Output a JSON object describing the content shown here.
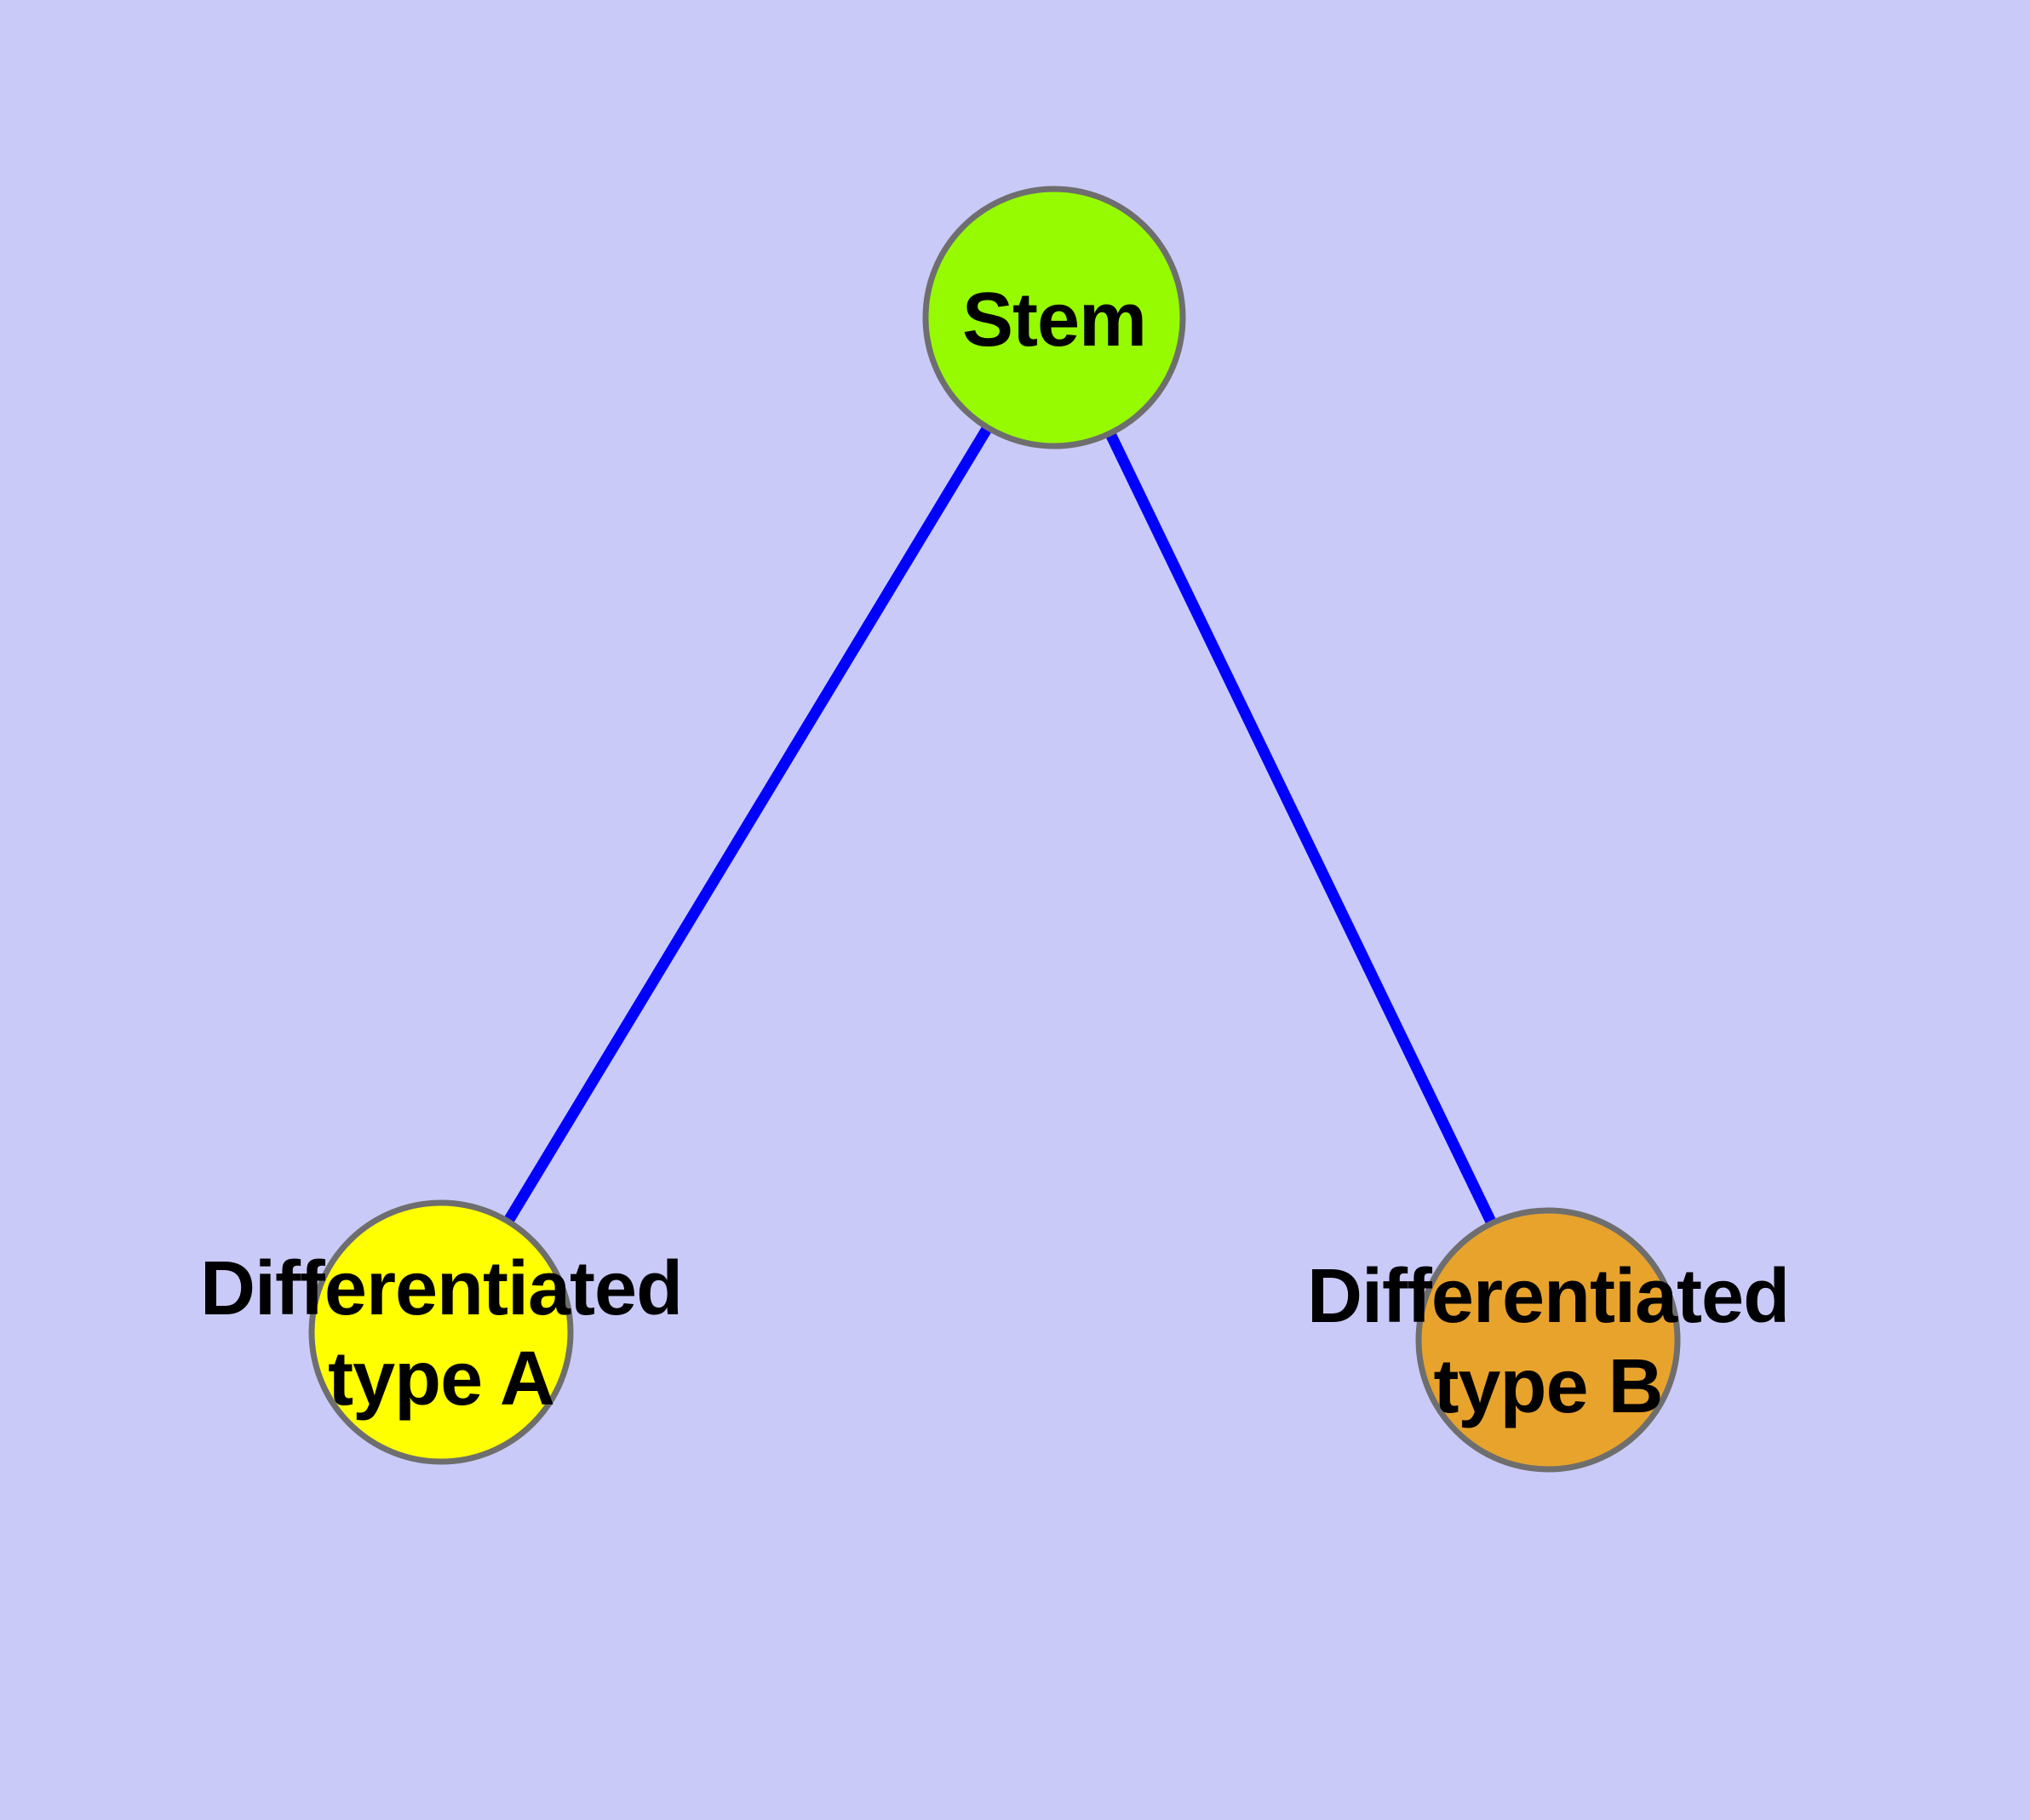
{
  "diagram": {
    "type": "node-link-graph",
    "nodes": {
      "stem": {
        "label": "Stem",
        "fill": "#96FB00",
        "shape": "circle"
      },
      "type_a": {
        "label": "Differentiated\ntype A",
        "fill": "#FFFF00",
        "shape": "circle"
      },
      "type_b": {
        "label": "Differentiated\ntype B",
        "fill": "#E8A32C",
        "shape": "circle"
      }
    },
    "edges": [
      {
        "from": "Stem",
        "to": "Differentiated type A"
      },
      {
        "from": "Stem",
        "to": "Differentiated type B"
      }
    ]
  },
  "colors": {
    "background": "#CACAF8",
    "node_border": "#6E6E6E",
    "edge": "#0000FF",
    "label_text": "#000000"
  }
}
